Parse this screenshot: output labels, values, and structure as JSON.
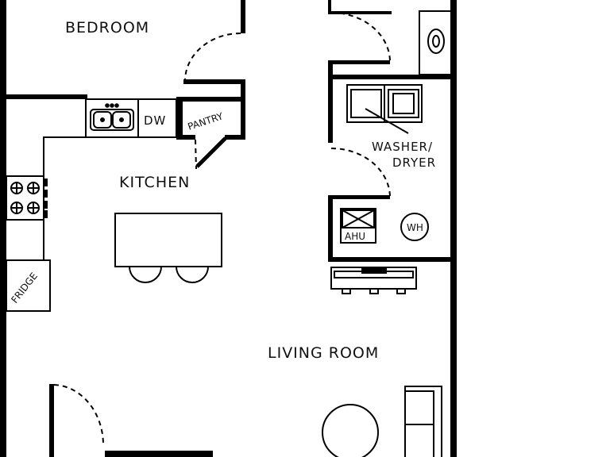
{
  "labels": {
    "bedroom": "BEDROOM",
    "kitchen": "KITCHEN",
    "pantry": "PANTRY",
    "dw": "DW",
    "fridge": "FRIDGE",
    "washer_dryer_line1": "WASHER/",
    "washer_dryer_line2": "DRYER",
    "ahu": "AHU",
    "wh": "WH",
    "living_room": "LIVING ROOM"
  },
  "colors": {
    "wall": "#000000",
    "background": "#ffffff",
    "ink": "#111111"
  }
}
